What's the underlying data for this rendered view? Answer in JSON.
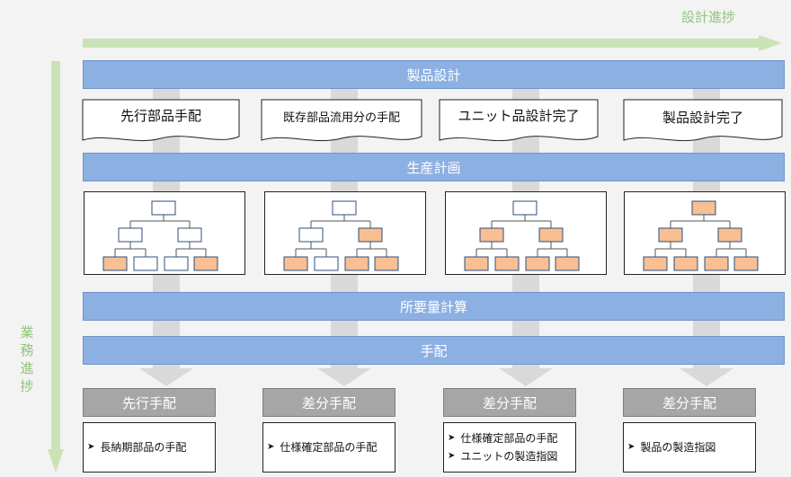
{
  "axes": {
    "horizontal_label": "設計進捗",
    "vertical_label_chars": [
      "業",
      "務",
      "進",
      "捗"
    ],
    "arrow_color": "#c9e3b6",
    "label_color": "#93c47d"
  },
  "bands": {
    "design": "製品設計",
    "planning": "生産計画",
    "requirements": "所要量計算",
    "procurement": "手配"
  },
  "milestones": [
    {
      "label": "先行部品手配"
    },
    {
      "label": "既存部品流用分の手配"
    },
    {
      "label": "ユニット品設計完了"
    },
    {
      "label": "製品設計完了"
    }
  ],
  "trees": [
    {
      "root": "white",
      "mid": [
        "white",
        "white"
      ],
      "leaves": [
        "orange",
        "white",
        "white",
        "orange"
      ]
    },
    {
      "root": "white",
      "mid": [
        "white",
        "orange"
      ],
      "leaves": [
        "orange",
        "white",
        "orange",
        "orange"
      ]
    },
    {
      "root": "white",
      "mid": [
        "orange",
        "orange"
      ],
      "leaves": [
        "orange",
        "orange",
        "orange",
        "orange"
      ]
    },
    {
      "root": "orange",
      "mid": [
        "orange",
        "orange"
      ],
      "leaves": [
        "orange",
        "orange",
        "orange",
        "orange"
      ]
    }
  ],
  "colors": {
    "orange": "#f7bf92",
    "white": "#ffffff",
    "band": "#8db0e2",
    "gray_head": "#a6a6a6"
  },
  "columns": [
    {
      "header": "先行手配",
      "items": [
        "長納期部品の手配"
      ]
    },
    {
      "header": "差分手配",
      "items": [
        "仕様確定部品の手配"
      ]
    },
    {
      "header": "差分手配",
      "items": [
        "仕様確定部品の手配",
        "ユニットの製造指図"
      ]
    },
    {
      "header": "差分手配",
      "items": [
        "製品の製造指図"
      ]
    }
  ]
}
